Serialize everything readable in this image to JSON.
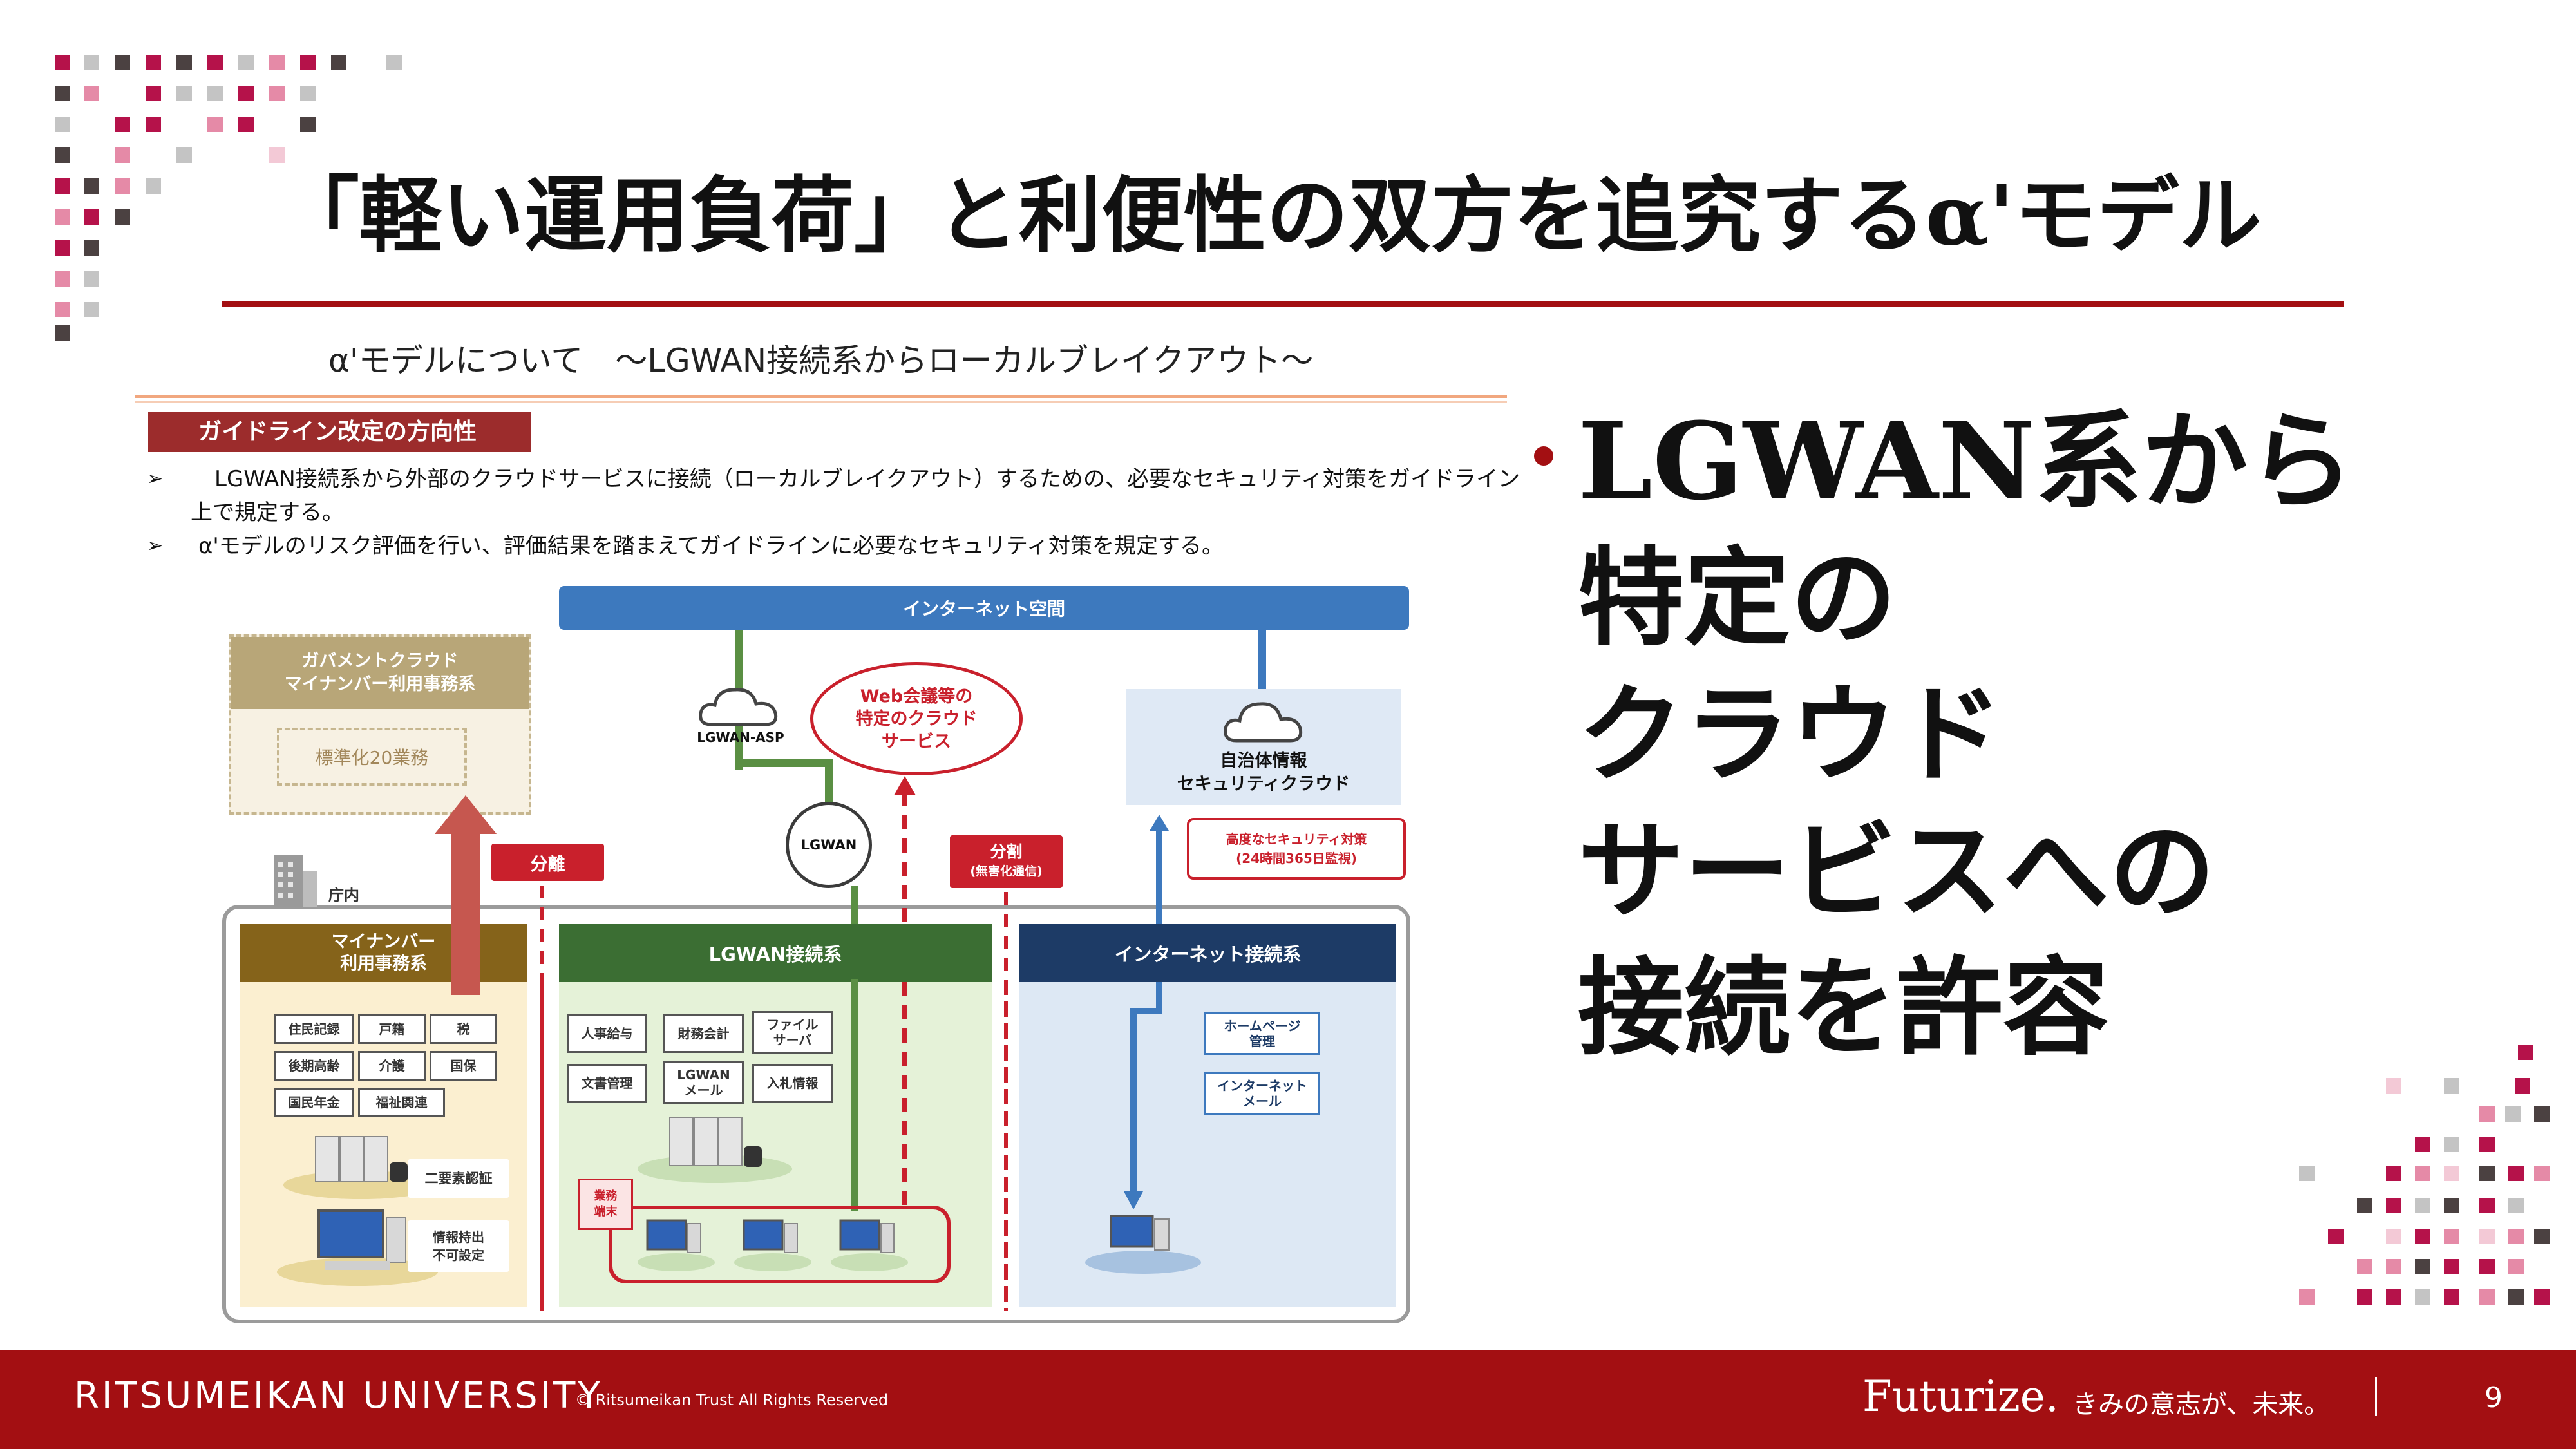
{
  "colors": {
    "accent": "#a30f12",
    "internet_blue": "#3d79be",
    "lgwan_green": "#3b6e33",
    "mynumber_brown": "#85631a",
    "warning_red": "#c9202c"
  },
  "title": "「軽い運用負荷」と利便性の双方を追究するα'モデル",
  "subtitle": "α'モデルについて　～LGWAN接続系からローカルブレイクアウト～",
  "guideline_banner": "ガイドライン改定の方向性",
  "bullets": [
    "LGWAN接続系から外部のクラウドサービスに接続（ローカルブレイクアウト）するための、必要なセキュリティ対策をガイドライン",
    "上で規定する。",
    "α'モデルのリスク評価を行い、評価結果を踏まえてガイドラインに必要なセキュリティ対策を規定する。"
  ],
  "bullet_marker": "➢",
  "diagram": {
    "internet_space": "インターネット空間",
    "gov_cloud_line1": "ガバメントクラウド",
    "gov_cloud_line2": "マイナンバー利用事務系",
    "std20": "標準化20業務",
    "lgwan_asp": "LGWAN-ASP",
    "web_conf_line1": "Web会議等の",
    "web_conf_line2": "特定のクラウド",
    "web_conf_line3": "サービス",
    "sec_cloud_line1": "自治体情報",
    "sec_cloud_line2": "セキュリティクラウド",
    "high_sec_line1": "高度なセキュリティ対策",
    "high_sec_line2": "(24時間365日監視)",
    "lgwan": "LGWAN",
    "tag_separation": "分離",
    "tag_split_line1": "分割",
    "tag_split_line2": "(無害化通信)",
    "office": "庁内",
    "mynum_line1": "マイナンバー",
    "mynum_line2": "利用事務系",
    "lgwan_system": "LGWAN接続系",
    "inet_system": "インターネット接続系",
    "mynum_items": [
      "住民記録",
      "戸籍",
      "税",
      "後期高齢",
      "介護",
      "国保",
      "国民年金",
      "福祉関連"
    ],
    "lgwan_items": [
      "人事給与",
      "財務会計",
      "ファイル\nサーバ",
      "文書管理",
      "LGWAN\nメール",
      "入札情報"
    ],
    "inet_items": [
      "ホームページ\n管理",
      "インターネット\nメール"
    ],
    "auth_2fa": "二要素認証",
    "no_export_line1": "情報持出",
    "no_export_line2": "不可設定",
    "gyomu_line1": "業務",
    "gyomu_line2": "端末"
  },
  "right_panel": {
    "lines": [
      "LGWAN系から",
      "特定の",
      "クラウド",
      "サービスへの",
      "接続を許容"
    ]
  },
  "footer": {
    "university": "RITSUMEIKAN UNIVERSITY",
    "copyright": "© Ritsumeikan Trust All Rights Reserved",
    "futurize": "Futurize.",
    "tagline": "きみの意志が、未来。",
    "page": "9"
  }
}
